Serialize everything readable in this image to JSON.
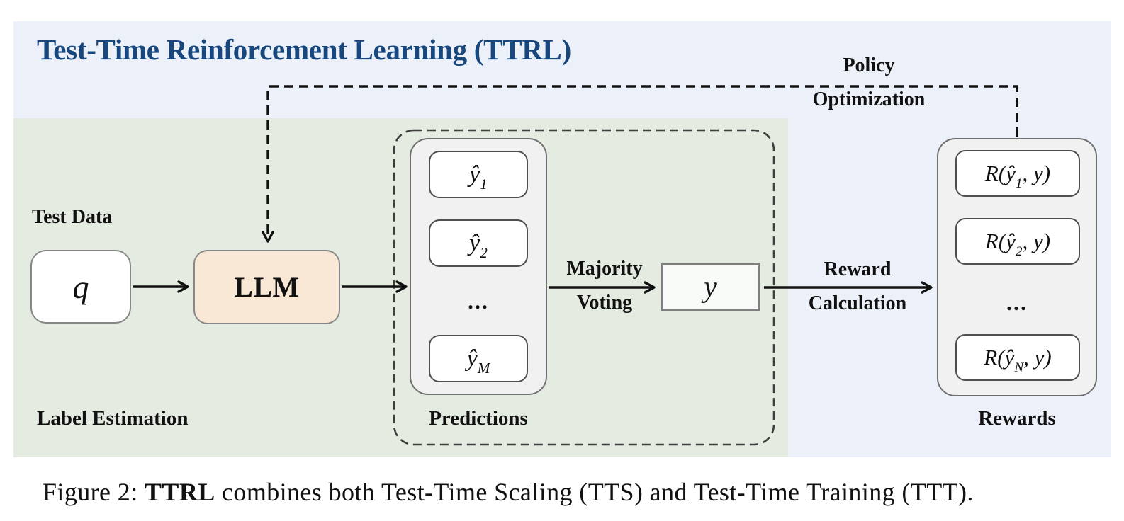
{
  "title": "Test-Time Reinforcement Learning (TTRL)",
  "labels": {
    "policy": [
      "Policy",
      "Optimization"
    ],
    "majority": [
      "Majority",
      "Voting"
    ],
    "reward_calc": [
      "Reward",
      "Calculation"
    ],
    "test_data": "Test Data",
    "label_estimation": "Label Estimation",
    "predictions": "Predictions",
    "rewards": "Rewards"
  },
  "nodes": {
    "query": "q",
    "llm": "LLM",
    "consensus": "y",
    "predictions": [
      {
        "base": "ŷ",
        "sub": "1"
      },
      {
        "base": "ŷ",
        "sub": "2"
      },
      {
        "base": "ŷ",
        "sub": "M"
      }
    ],
    "predictions_ellipsis": "...",
    "rewards": [
      {
        "pre": "R(ŷ",
        "sub": "1",
        "post": ", y)"
      },
      {
        "pre": "R(ŷ",
        "sub": "2",
        "post": ", y)"
      },
      {
        "pre": "R(ŷ",
        "sub": "N",
        "post": ", y)"
      }
    ],
    "rewards_ellipsis": "..."
  },
  "caption": {
    "prefix": "Figure 2: ",
    "bold": "TTRL",
    "suffix": " combines both Test-Time Scaling (TTS) and Test-Time Training (TTT)."
  },
  "colors": {
    "panel_blue": "#ECF1F9",
    "panel_green": "#E4EBE1",
    "llm_fill": "#F9E8D5",
    "container_fill": "#F1F1F1",
    "title_color": "#17477C"
  }
}
